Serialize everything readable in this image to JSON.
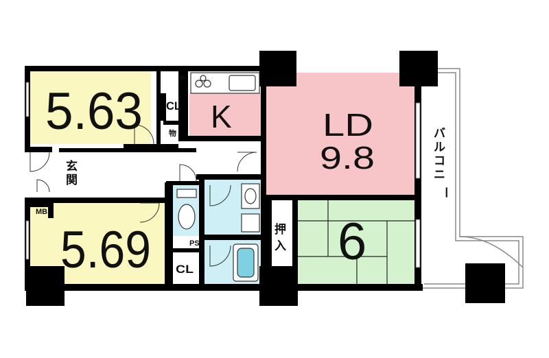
{
  "rooms": {
    "bedroom_top_size": "5.63",
    "bedroom_bottom_size": "5.69",
    "kitchen": "K",
    "ld_label": "LD",
    "ld_size": "9.8",
    "tatami_size": "6"
  },
  "labels": {
    "closet_top": "CL",
    "closet_bottom": "CL",
    "storage": "物",
    "entrance_1": "玄",
    "entrance_2": "関",
    "mb": "MB",
    "ps": "PS",
    "p_small": "P",
    "oshiire_1": "押",
    "oshiire_2": "入",
    "balcony": [
      "バ",
      "ル",
      "コ",
      "ニ",
      "ー"
    ]
  },
  "colors": {
    "bedroom": "#fbf7c0",
    "kitchen_ld": "#f7c4c8",
    "tatami": "#d5f2cf",
    "wet_area": "#cdeff5",
    "wall": "#000000"
  }
}
